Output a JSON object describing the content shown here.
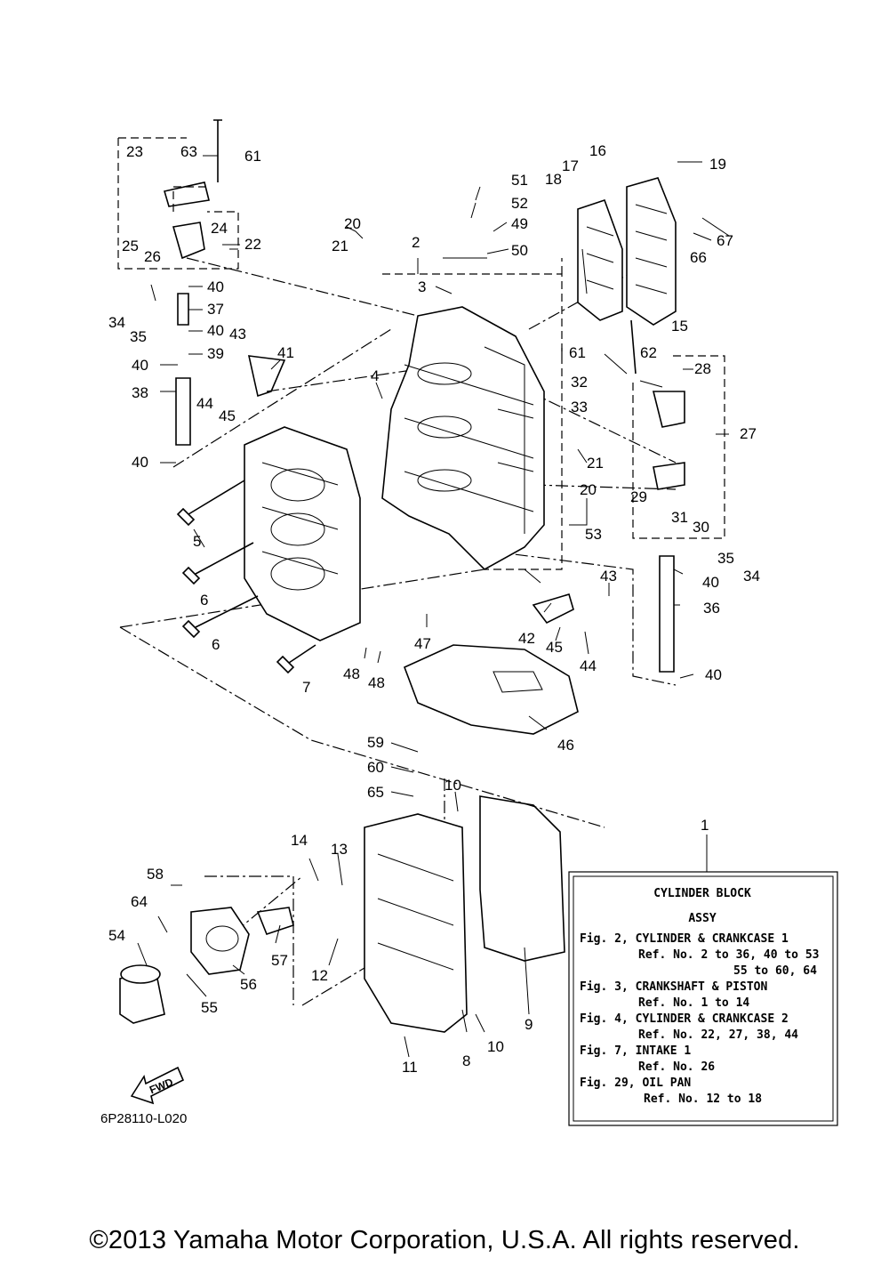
{
  "figure_code": "6P28110-L020",
  "fwd_label": "FWD",
  "copyright": "©2013 Yamaha Motor Corporation, U.S.A. All rights reserved.",
  "info_box": {
    "title_line1": "CYLINDER BLOCK",
    "title_line2": "ASSY",
    "lines": [
      "Fig. 2, CYLINDER & CRANKCASE 1",
      "Ref. No. 2 to 36, 40 to 53",
      "55 to 60, 64",
      "Fig. 3, CRANKSHAFT & PISTON",
      "Ref. No. 1 to 14",
      "Fig. 4, CYLINDER & CRANKCASE 2",
      "Ref. No. 22, 27, 38, 44",
      "Fig. 7, INTAKE 1",
      "Ref. No. 26",
      "Fig. 29, OIL PAN",
      "Ref. No. 12 to 18"
    ]
  },
  "callouts": [
    {
      "label": "1"
    },
    {
      "label": "2"
    },
    {
      "label": "3"
    },
    {
      "label": "4"
    },
    {
      "label": "5"
    },
    {
      "label": "6"
    },
    {
      "label": "6"
    },
    {
      "label": "7"
    },
    {
      "label": "8"
    },
    {
      "label": "9"
    },
    {
      "label": "10"
    },
    {
      "label": "10"
    },
    {
      "label": "11"
    },
    {
      "label": "12"
    },
    {
      "label": "13"
    },
    {
      "label": "14"
    },
    {
      "label": "15"
    },
    {
      "label": "16"
    },
    {
      "label": "17"
    },
    {
      "label": "18"
    },
    {
      "label": "19"
    },
    {
      "label": "20"
    },
    {
      "label": "20"
    },
    {
      "label": "21"
    },
    {
      "label": "21"
    },
    {
      "label": "22"
    },
    {
      "label": "23"
    },
    {
      "label": "24"
    },
    {
      "label": "25"
    },
    {
      "label": "26"
    },
    {
      "label": "27"
    },
    {
      "label": "28"
    },
    {
      "label": "29"
    },
    {
      "label": "30"
    },
    {
      "label": "31"
    },
    {
      "label": "32"
    },
    {
      "label": "33"
    },
    {
      "label": "34"
    },
    {
      "label": "34"
    },
    {
      "label": "35"
    },
    {
      "label": "35"
    },
    {
      "label": "36"
    },
    {
      "label": "37"
    },
    {
      "label": "38"
    },
    {
      "label": "39"
    },
    {
      "label": "40"
    },
    {
      "label": "40"
    },
    {
      "label": "40"
    },
    {
      "label": "40"
    },
    {
      "label": "40"
    },
    {
      "label": "40"
    },
    {
      "label": "41"
    },
    {
      "label": "42"
    },
    {
      "label": "43"
    },
    {
      "label": "43"
    },
    {
      "label": "44"
    },
    {
      "label": "44"
    },
    {
      "label": "45"
    },
    {
      "label": "45"
    },
    {
      "label": "46"
    },
    {
      "label": "47"
    },
    {
      "label": "48"
    },
    {
      "label": "48"
    },
    {
      "label": "49"
    },
    {
      "label": "50"
    },
    {
      "label": "51"
    },
    {
      "label": "52"
    },
    {
      "label": "53"
    },
    {
      "label": "54"
    },
    {
      "label": "55"
    },
    {
      "label": "56"
    },
    {
      "label": "57"
    },
    {
      "label": "58"
    },
    {
      "label": "59"
    },
    {
      "label": "60"
    },
    {
      "label": "61"
    },
    {
      "label": "61"
    },
    {
      "label": "62"
    },
    {
      "label": "63"
    },
    {
      "label": "64"
    },
    {
      "label": "65"
    },
    {
      "label": "66"
    },
    {
      "label": "67"
    }
  ]
}
